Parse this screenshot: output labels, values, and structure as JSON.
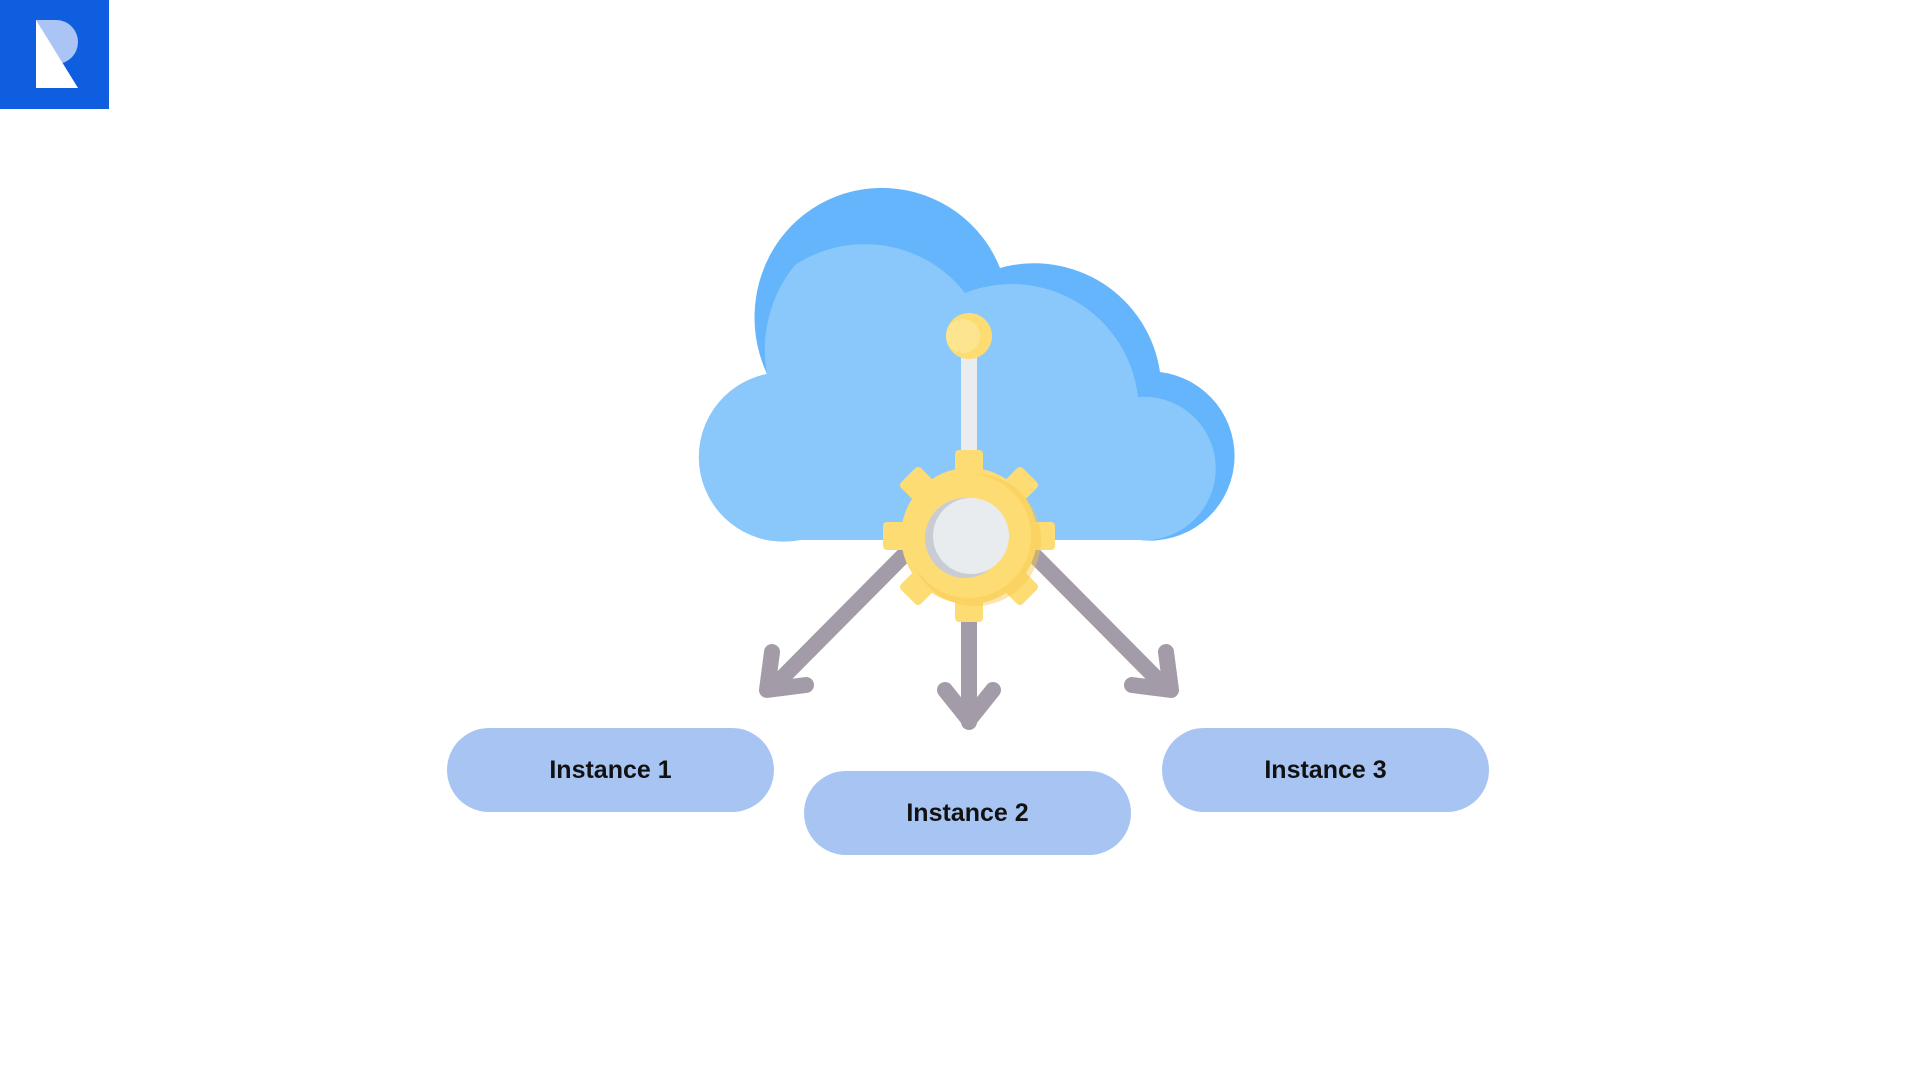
{
  "brand": {
    "logo_icon": "r-logo-icon",
    "logo_background": "#0f5ee0",
    "logo_letter_color": "#ffffff",
    "logo_accent_color": "#a9c4f5"
  },
  "diagram": {
    "center_icon": "cloud-gear-icon",
    "cloud_colors": [
      "#64b5fb",
      "#8ac8fb"
    ],
    "gear_color": "#fddc73",
    "arrow_color": "#a39ca8",
    "instances": [
      {
        "label": "Instance 1"
      },
      {
        "label": "Instance 2"
      },
      {
        "label": "Instance 3"
      }
    ],
    "pill_color": "#a7c4f2"
  }
}
